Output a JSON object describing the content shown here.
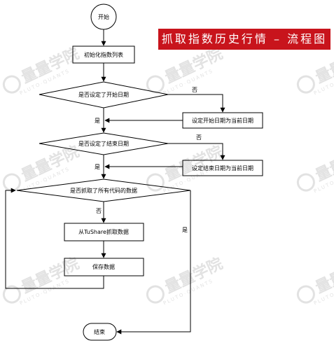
{
  "banner": {
    "title": "抓取指数历史行情 – 流程图"
  },
  "watermark": {
    "text": "量量学院",
    "subtext": "PLUTO·QUANTS"
  },
  "flow": {
    "start": "开始",
    "init": "初始化指数列表",
    "q_start": "是否设定了开始日期",
    "no1": "否",
    "set_start": "设定开始日期为当前日期",
    "yes1": "是",
    "q_end": "是否设定了结束日期",
    "no2": "否",
    "set_end": "设定结束日期为当前日期",
    "yes2": "是",
    "q_all": "是否抓取了所有代码的数据",
    "no3": "否",
    "fetch": "从TuShare抓取数据",
    "save": "保存数据",
    "yes3": "是",
    "end": "结束"
  }
}
